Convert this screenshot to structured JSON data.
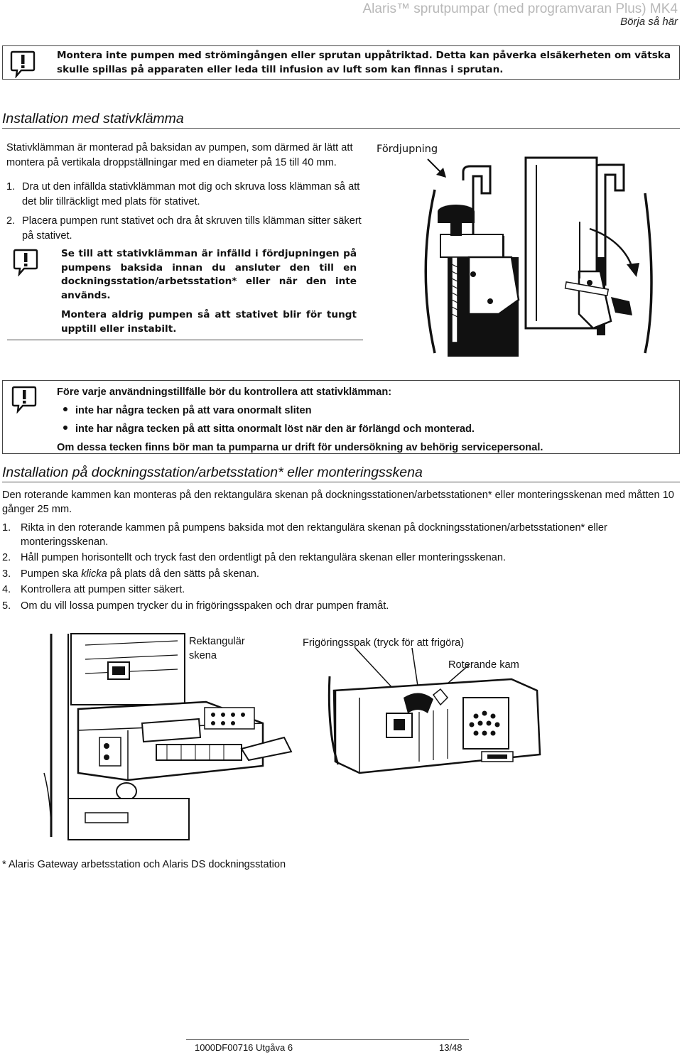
{
  "header": {
    "title": "Alaris™ sprutpumpar (med programvaran Plus) MK4",
    "subtitle": "Börja så här"
  },
  "warning_top": {
    "text": "Montera inte pumpen med strömingången eller sprutan uppåtriktad. Detta kan påverka elsäkerheten om vätska skulle spillas på apparaten eller leda till infusion av luft som kan finnas i sprutan."
  },
  "section_pole": {
    "heading": "Installation med stativklämma",
    "intro": "Stativklämman är monterad på baksidan av pumpen, som därmed är lätt att montera på vertikala droppställningar med en diameter på 15 till 40 mm.",
    "steps": [
      {
        "num": "1.",
        "text": "Dra ut den infällda stativklämman mot dig och skruva loss klämman så att det blir tillräckligt med plats för stativet."
      },
      {
        "num": "2.",
        "text": "Placera pumpen runt stativet och dra åt skruven tills klämman sitter säkert på stativet."
      }
    ],
    "warning": {
      "line1": "Se till att stativklämman är infälld i fördjupningen på pumpens baksida innan du ansluter den till en dockningsstation/arbetsstation* eller när den inte används.",
      "line2": "Montera aldrig pumpen så att stativet blir för tungt upptill eller instabilt."
    },
    "figure_label": "Fördjupning"
  },
  "warning_check": {
    "intro": "Före varje användningstillfälle bör du kontrollera att stativklämman:",
    "bullets": [
      "inte har några tecken på att vara onormalt sliten",
      "inte har några tecken på att sitta onormalt löst när den är förlängd och monterad."
    ],
    "outro": "Om dessa tecken finns bör man ta pumparna ur drift för undersökning av behörig servicepersonal."
  },
  "section_dock": {
    "heading": "Installation på dockningsstation/arbetsstation* eller monteringsskena",
    "intro": "Den roterande kammen kan monteras på den rektangulära skenan på dockningsstationen/arbetsstationen* eller monteringsskenan med måtten 10 gånger 25 mm.",
    "steps": [
      {
        "num": "1.",
        "text": "Rikta in den roterande kammen på pumpens baksida mot den rektangulära skenan på dockningsstationen/arbetsstationen* eller monteringsskenan."
      },
      {
        "num": "2.",
        "text": "Håll pumpen horisontellt och tryck fast den ordentligt på den rektangulära skenan eller monteringsskenan."
      },
      {
        "num": "3.",
        "pre": "Pumpen ska ",
        "em": "klicka",
        "post": " på plats då den sätts på skenan."
      },
      {
        "num": "4.",
        "text": "Kontrollera att pumpen sitter säkert."
      },
      {
        "num": "5.",
        "text": "Om du vill lossa pumpen trycker du in frigöringsspaken och drar pumpen framåt."
      }
    ],
    "labels": {
      "rail_line1": "Rektangulär",
      "rail_line2": "skena",
      "release": "Frigöringsspak (tryck för att frigöra)",
      "cam": "Roterande kam"
    },
    "footnote": "* Alaris Gateway arbetsstation och Alaris DS dockningsstation"
  },
  "footer": {
    "doc_number": "1000DF00716 Utgåva 6",
    "page": "13/48"
  }
}
